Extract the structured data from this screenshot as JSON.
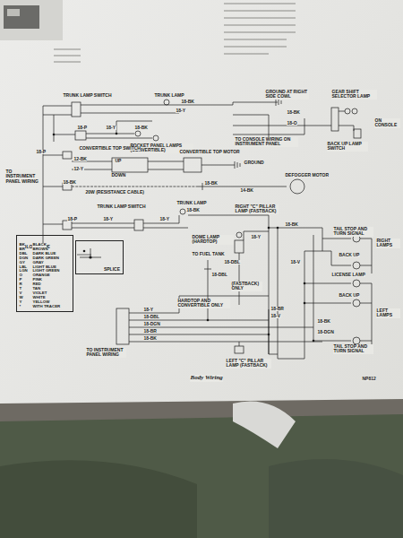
{
  "diagram": {
    "title": "Body Wiring",
    "nodes": [
      {
        "text": [
          "COLOR CODE"
        ]
      },
      {
        "text": [
          "SPLICE"
        ]
      }
    ],
    "labels": [
      "TRUNK LAMP SWITCH",
      "TRUNK LAMP",
      "18-BK",
      "18-Y",
      "GROUND AT RIGHT SIDE COWL",
      "GEAR SHIFT SELECTOR LAMP",
      "18-BK",
      "18-O",
      "ON CONSOLE",
      "18-P",
      "18-Y",
      "18-BK",
      "POCKET PANEL LAMPS (CONVERTIBLE)",
      "TO CONSOLE WIRING ON INSTRUMENT PANEL",
      "BACK UP LAMP SWITCH",
      "18-P",
      "CONVERTIBLE TOP SWITCH",
      "CONVERTIBLE TOP MOTOR",
      "12-BK",
      "UP",
      "12-Y",
      "DOWN",
      "GROUND",
      "TO INSTRUMENT PANEL WIRING",
      "DEFOGGER MOTOR",
      "18-BK",
      "20W (RESISTANCE CABLE)",
      "18-BK",
      "14-BK",
      "TRUNK LAMP SWITCH",
      "TRUNK LAMP",
      "18-BK",
      "18-P",
      "18-Y",
      "18-Y",
      "RIGHT \"C\" PILLAR LAMP (FASTBACK)",
      "18-BK",
      "TAIL STOP AND TURN SIGNAL",
      "RIGHT LAMPS",
      "DOME LAMP (HARDTOP)",
      "18-Y",
      "TO FUEL TANK",
      "BACK UP",
      "LICENSE LAMP",
      "18-DBL",
      "18-DBL",
      "18-V",
      "(FASTBACK) ONLY",
      "HARDTOP AND CONVERTIBLE ONLY",
      "BACK UP",
      "LEFT LAMPS",
      "18-Y",
      "18-DBL",
      "18-DGN",
      "18-BR",
      "18-BK",
      "TO INSTRUMENT PANEL WIRING",
      "18-BR",
      "18-V",
      "18-BK",
      "18-DGN",
      "TAIL STOP AND TURN SIGNAL",
      "LEFT \"C\" PILLAR LAMP (FASTBACK)",
      "NP812",
      "BK",
      "BLACK",
      "BR",
      "BROWN",
      "DBL",
      "DARK BLUE",
      "DGN",
      "DARK GREEN",
      "GY",
      "GRAY",
      "LBL",
      "LIGHT BLUE",
      "LGN",
      "LIGHT GREEN",
      "O",
      "ORANGE",
      "P",
      "PINK",
      "R",
      "RED",
      "T",
      "TAN",
      "V",
      "VIOLET",
      "W",
      "WHITE",
      "Y",
      "YELLOW",
      "*",
      "WITH TRACER"
    ]
  }
}
